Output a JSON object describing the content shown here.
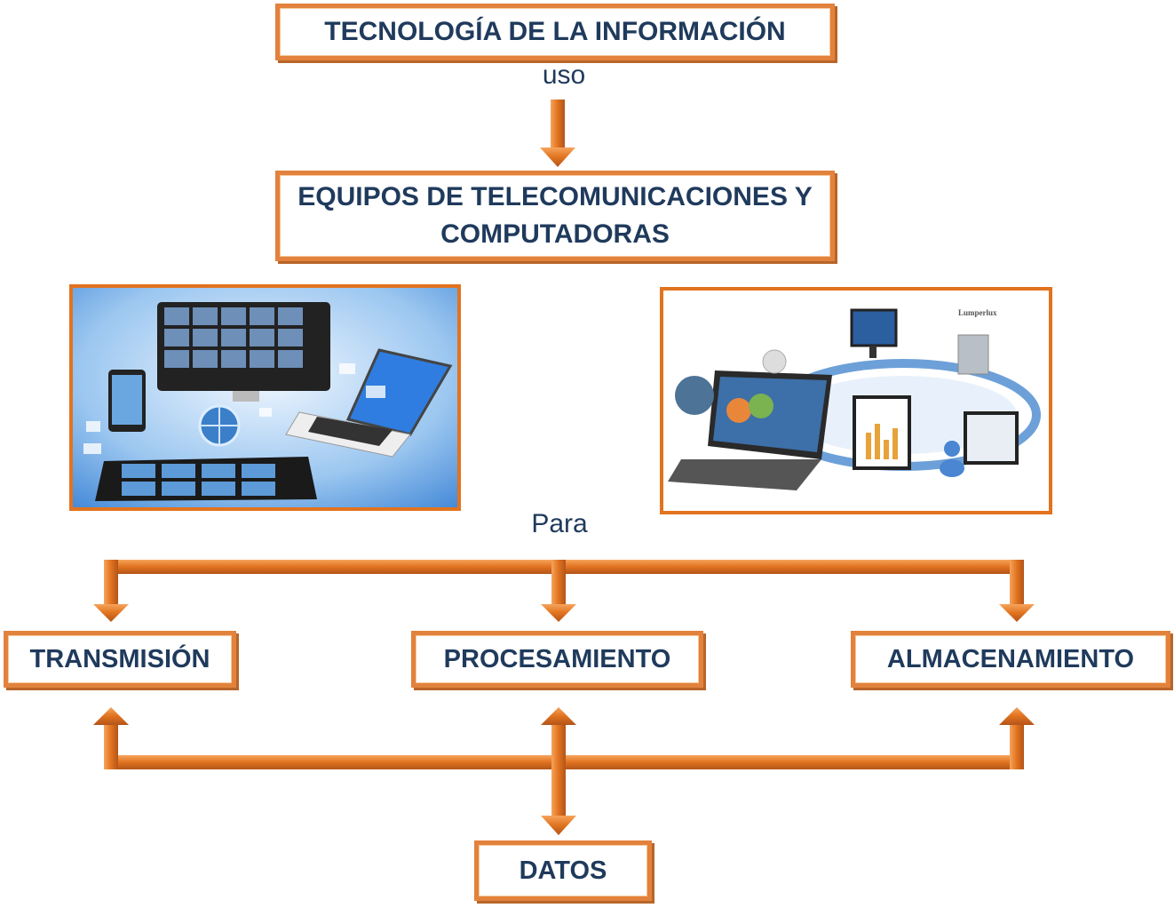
{
  "title_box": "TECNOLOGÍA DE LA INFORMACIÓN",
  "label_uso": "uso",
  "equipment_box": {
    "line1": "EQUIPOS DE TELECOMUNICACIONES Y",
    "line2": "COMPUTADORAS"
  },
  "label_para": "Para",
  "functions": [
    "TRANSMISIÓN",
    "PROCESAMIENTO",
    "ALMACENAMIENTO"
  ],
  "data_box": "DATOS",
  "right_image_brand": "Lumperlux",
  "colors": {
    "accent": "#e2823c",
    "text": "#1f3a5c"
  }
}
